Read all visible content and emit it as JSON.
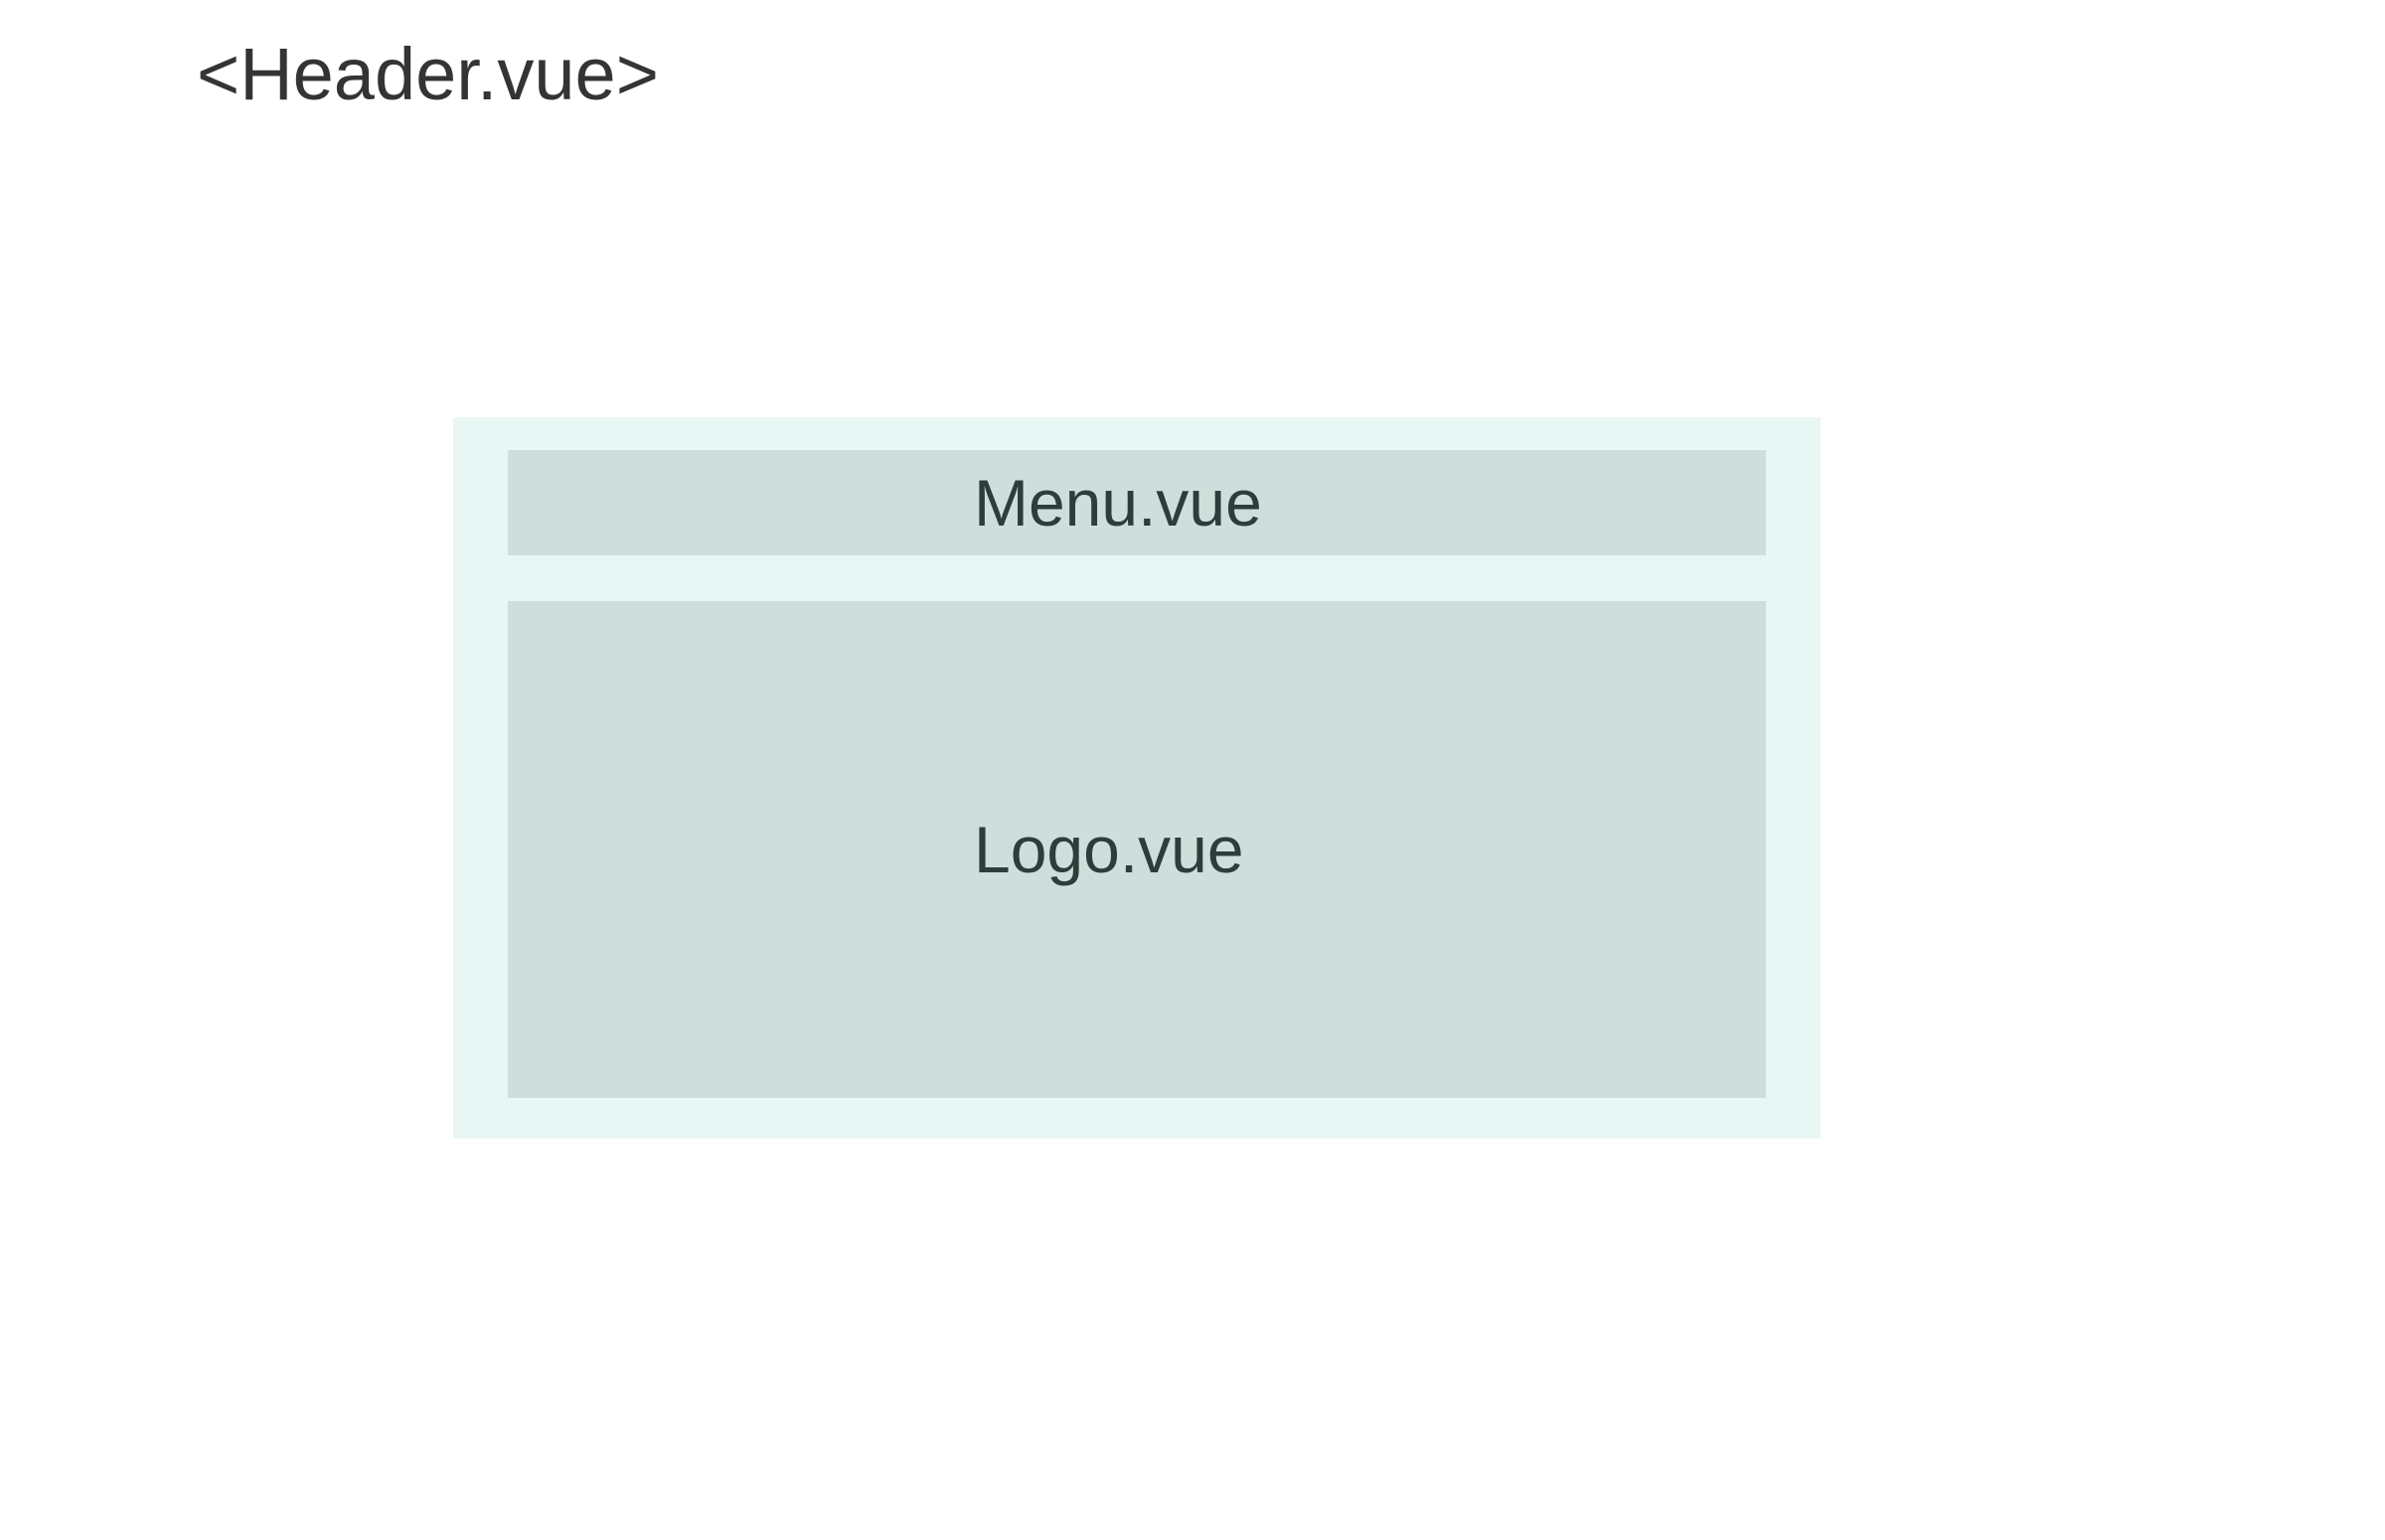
{
  "diagram": {
    "title": "<Header.vue>",
    "components": {
      "menu": {
        "label": "Menu.vue"
      },
      "logo": {
        "label": "Logo.vue"
      }
    },
    "colors": {
      "container_fill": "#e8f7f4",
      "component_fill": "#cedfdb",
      "title_text": "#343434",
      "component_text": "#2e3c3a"
    }
  }
}
